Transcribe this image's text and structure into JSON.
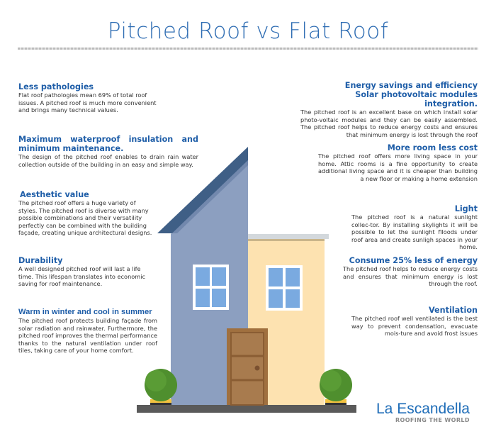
{
  "title": "Pitched Roof vs Flat Roof",
  "left": [
    {
      "heading": "Less pathologies",
      "body": "Flat roof pathologies mean 69% of total roof issues. A pitched roof is much more convenient and brings many technical values."
    },
    {
      "heading": "Maximum waterproof insulation and minimum maintenance.",
      "body": "The design of the pitched roof enables to drain rain water collection outside of the building in an easy and simple way."
    },
    {
      "heading": "Aesthetic value",
      "body": "The pitched roof offers a huge variety of styles. The pitched roof is diverse with many possible combinations and their versatility perfectly can be combined with the building façade, creating unique architectural designs."
    },
    {
      "heading": "Durability",
      "body": "A well designed pitched roof will last a life time. This lifespan translates into economic saving for roof maintenance."
    },
    {
      "heading": "Warm in winter and cool in summer",
      "body": "The pitched roof protects building façade from solar radiation and rainwater. Furthermore, the pitched roof improves the thermal performance thanks to the natural ventilation under roof tiles, taking care of your home comfort."
    }
  ],
  "right": [
    {
      "heading": "Energy savings and efficiency Solar photovoltaic modules integration.",
      "body": "The pitched roof is an excellent base on which install solar photo-voltaic modules and they can be easily assembled. The pitched roof helps to reduce energy costs and ensures that minimum energy is lost through the roof"
    },
    {
      "heading": "More room less cost",
      "body": "The pitched roof offers more living space in your home. Attic rooms is a fine opportunity to create additional living space and it is cheaper than building a new floor or making a home extension"
    },
    {
      "heading": "Light",
      "body": "The  pitched roof is a natural sunlight collec-tor. By installing skylights it will be possible to let the sunlight flloods under roof area and create sunligh spaces in your home."
    },
    {
      "heading": "Consume 25% less of energy",
      "body": "The pitched roof helps to reduce energy costs and ensures that minimum energy is lost through the roof."
    },
    {
      "heading": "Ventilation",
      "body": "The pitched roof well ventilated is the best way to prevent condensation, evacuate mois-ture and avoid frost issues"
    }
  ],
  "logo": {
    "name": "La Escandella",
    "tagline": "ROOFING THE WORLD"
  },
  "colors": {
    "accent": "#1f5ea8",
    "pitched_wall": "#8c9fc0",
    "pitched_roof": "#3f5f86",
    "flat_wall": "#fde2b0",
    "window": "#7aaae0",
    "door": "#a87b4e",
    "bush": "#4f8f2e",
    "ground": "#5a5a5a"
  }
}
